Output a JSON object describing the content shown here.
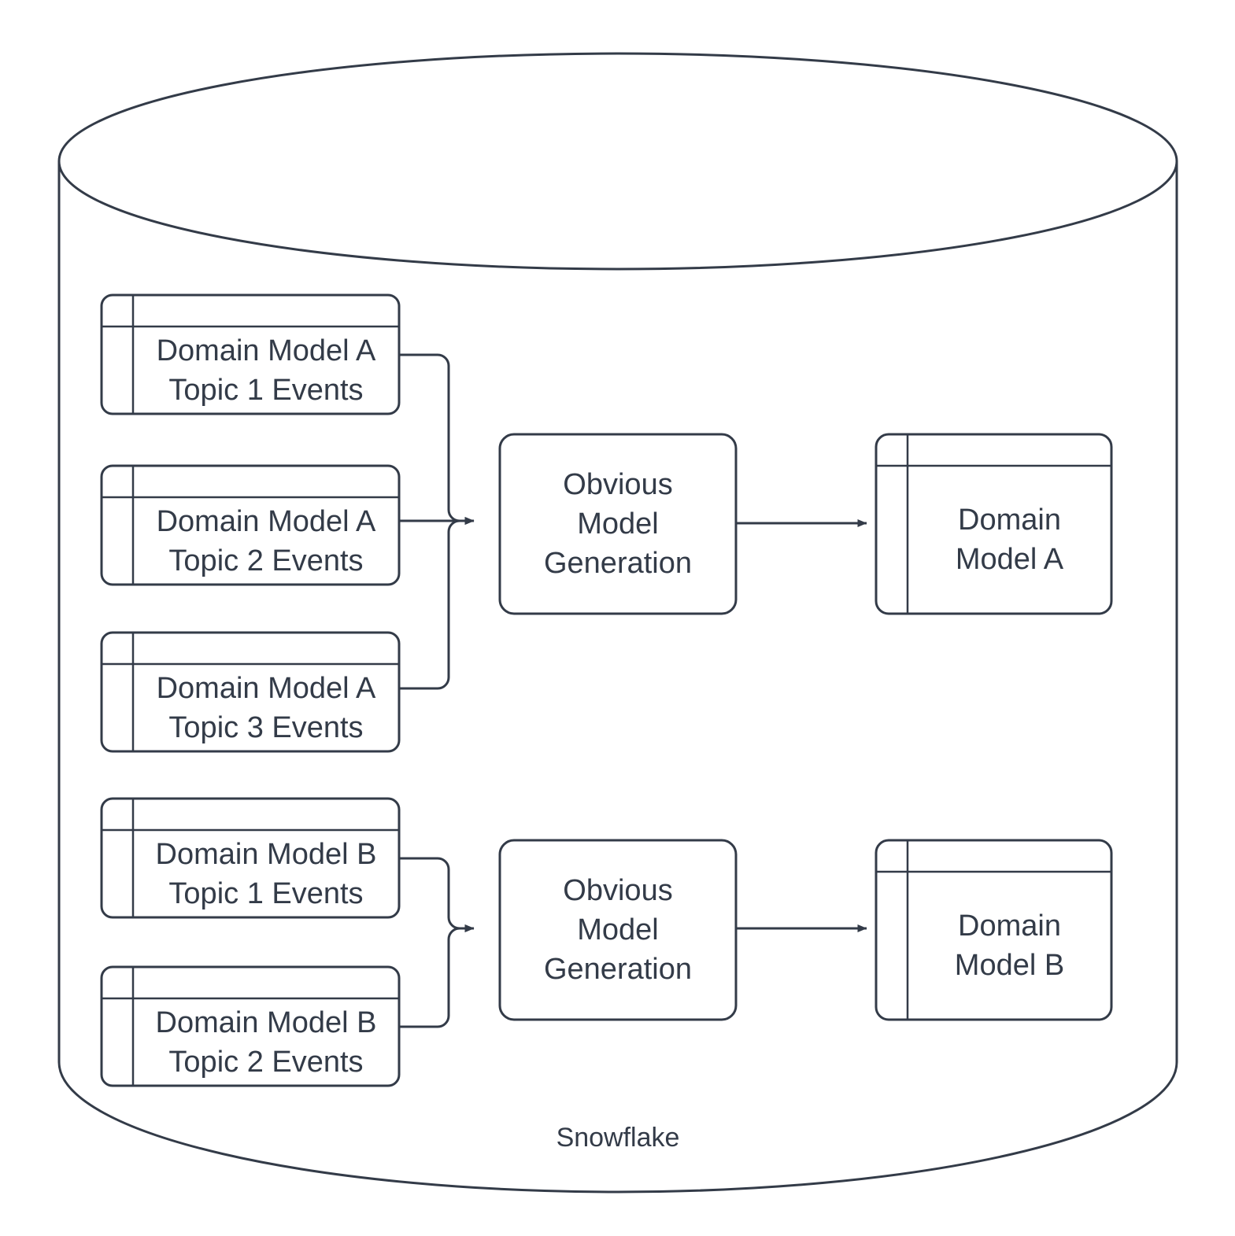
{
  "diagram": {
    "title_caption": "Snowflake",
    "stroke_color": "#333b48",
    "fill_color": "#ffffff",
    "text_color": "#333b48",
    "container": {
      "name": "Snowflake",
      "shape": "cylinder",
      "label": "Snowflake"
    },
    "source_tables": [
      {
        "id": "a-topic-1",
        "line1": "Domain Model A",
        "line2": "Topic 1 Events",
        "shape": "table"
      },
      {
        "id": "a-topic-2",
        "line1": "Domain Model A",
        "line2": "Topic 2 Events",
        "shape": "table"
      },
      {
        "id": "a-topic-3",
        "line1": "Domain Model A",
        "line2": "Topic 3 Events",
        "shape": "table"
      },
      {
        "id": "b-topic-1",
        "line1": "Domain Model B",
        "line2": "Topic 1 Events",
        "shape": "table"
      },
      {
        "id": "b-topic-2",
        "line1": "Domain Model B",
        "line2": "Topic 2 Events",
        "shape": "table"
      }
    ],
    "processes": [
      {
        "id": "omg-a",
        "line1": "Obvious",
        "line2": "Model",
        "line3": "Generation",
        "shape": "rounded-rect"
      },
      {
        "id": "omg-b",
        "line1": "Obvious",
        "line2": "Model",
        "line3": "Generation",
        "shape": "rounded-rect"
      }
    ],
    "outputs": [
      {
        "id": "domain-model-a",
        "line1": "Domain",
        "line2": "Model A",
        "shape": "table"
      },
      {
        "id": "domain-model-b",
        "line1": "Domain",
        "line2": "Model B",
        "shape": "table"
      }
    ],
    "edges": [
      {
        "from": "a-topic-1",
        "to": "omg-a",
        "style": "elbow",
        "arrow": true
      },
      {
        "from": "a-topic-2",
        "to": "omg-a",
        "style": "straight",
        "arrow": true
      },
      {
        "from": "a-topic-3",
        "to": "omg-a",
        "style": "elbow",
        "arrow": true
      },
      {
        "from": "omg-a",
        "to": "domain-model-a",
        "style": "straight",
        "arrow": true
      },
      {
        "from": "b-topic-1",
        "to": "omg-b",
        "style": "elbow",
        "arrow": true
      },
      {
        "from": "b-topic-2",
        "to": "omg-b",
        "style": "elbow",
        "arrow": true
      },
      {
        "from": "omg-b",
        "to": "domain-model-b",
        "style": "straight",
        "arrow": true
      }
    ]
  }
}
